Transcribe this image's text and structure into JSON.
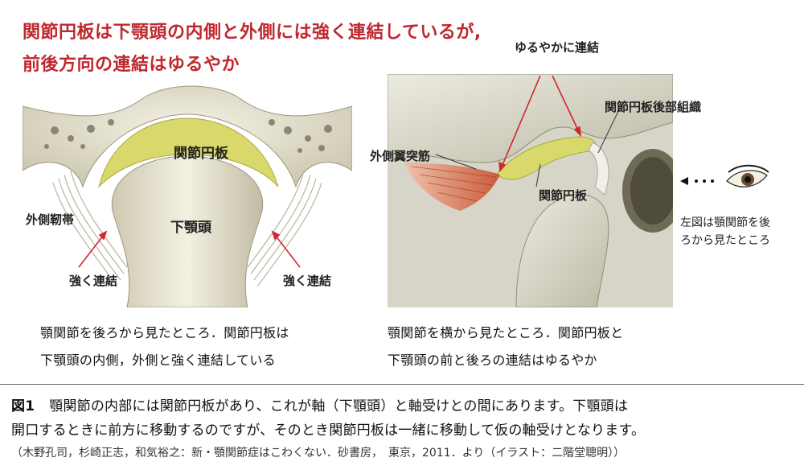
{
  "heading": {
    "line1": "関節円板は下顎頭の内側と外側には強く連結しているが,",
    "line2": "前後方向の連結はゆるやか"
  },
  "left_diagram": {
    "disc_label": "関節円板",
    "condyle_label": "下顎頭",
    "ligament_label": "外側靭帯",
    "strong_left": "強く連結",
    "strong_right": "強く連結",
    "caption_line1": "顎関節を後ろから見たところ．関節円板は",
    "caption_line2": "下顎頭の内側，外側と強く連結している"
  },
  "right_diagram": {
    "loose_label": "ゆるやかに連結",
    "retrodiscal_label": "関節円板後部組織",
    "pterygoid_label": "外側翼突筋",
    "disc_label": "関節円板",
    "view_note_line1": "左図は顎関節を後",
    "view_note_line2": "ろから見たところ",
    "caption_line1": "顎関節を横から見たところ．関節円板と",
    "caption_line2": "下顎頭の前と後ろの連結はゆるやか"
  },
  "figure": {
    "label": "図1",
    "text_line1": "顎関節の内部には関節円板があり、これが軸（下顎頭）と軸受けとの間にあります。下顎頭は",
    "text_line2": "開口するときに前方に移動するのですが、そのとき関節円板は一緒に移動して仮の軸受けとなります。",
    "credit": "（木野孔司，杉崎正志，和気裕之：新・顎関節症はこわくない．砂書房，　東京，2011．より（イラスト：二階堂聰明））"
  },
  "colors": {
    "heading": "#c0272d",
    "disc": "#d9d86a",
    "bone": "#e6e2cf",
    "muscle": "#d4623a",
    "arrow": "#d0262c"
  }
}
